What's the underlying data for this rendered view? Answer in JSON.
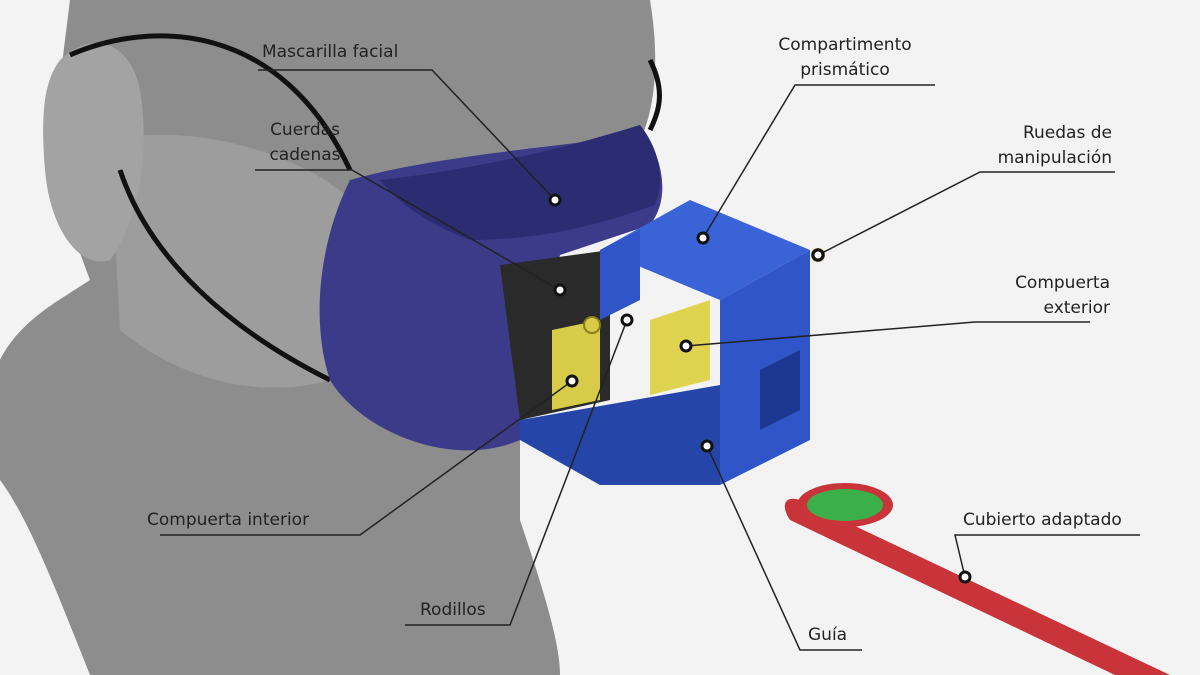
{
  "labels": {
    "mascarilla": "Mascarilla facial",
    "cuerdas_1": "Cuerdas",
    "cuerdas_2": "cadenas",
    "compartimento_1": "Compartimento",
    "compartimento_2": "prismático",
    "ruedas_1": "Ruedas de",
    "ruedas_2": "manipulación",
    "compuerta_ext_1": "Compuerta",
    "compuerta_ext_2": "exterior",
    "compuerta_int": "Compuerta interior",
    "rodillos": "Rodillos",
    "guia": "Guía",
    "cubierto": "Cubierto adaptado"
  },
  "colors": {
    "head": "#8c8c8c",
    "mask": "#3a3a86",
    "box": "#2f55c8",
    "gate": "#d9cc4a",
    "spoon": "#c8343a",
    "spoon_tip": "#3bb04a"
  }
}
